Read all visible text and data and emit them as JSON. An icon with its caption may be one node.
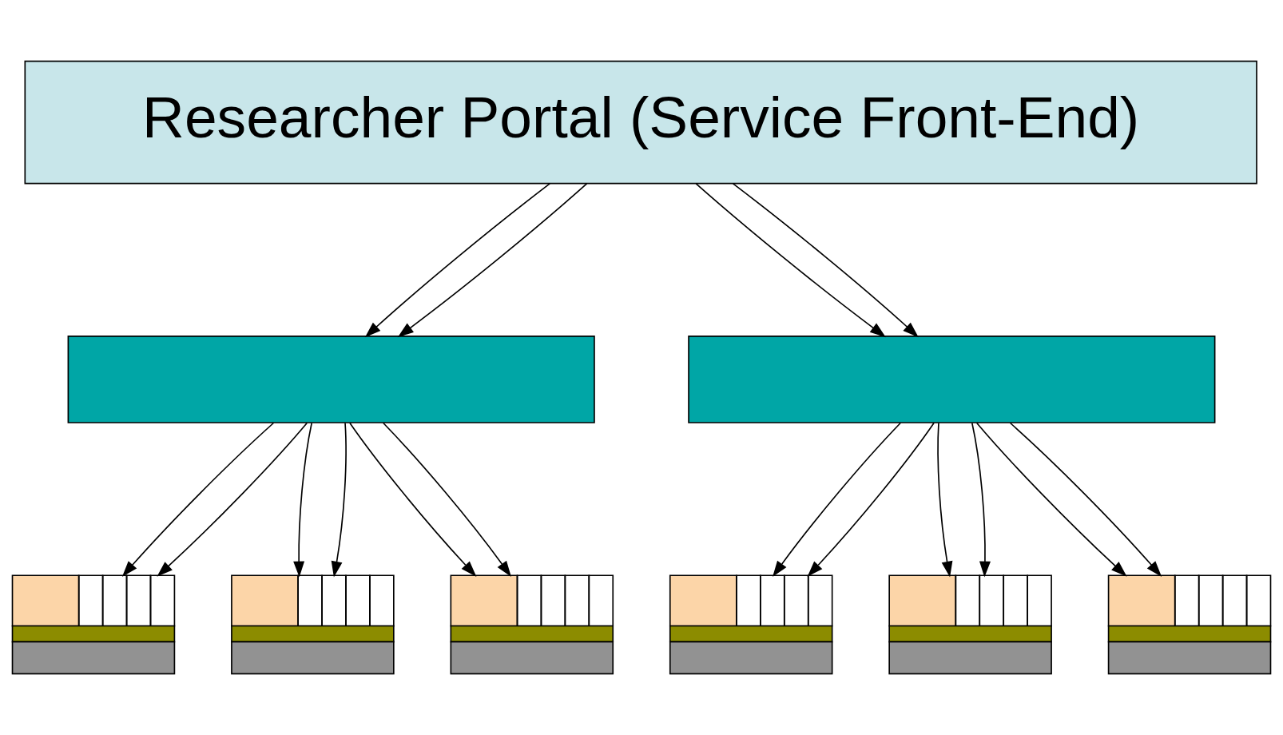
{
  "diagram": {
    "nodes": [
      {
        "text": [
          "Researcher Portal (Service Front-End)"
        ]
      },
      {
        "text": [],
        "shape": "box"
      },
      {
        "text": [],
        "shape": "box"
      },
      {
        "text": [],
        "shape": "box"
      },
      {
        "text": [],
        "shape": "box"
      },
      {
        "text": [],
        "shape": "box"
      },
      {
        "text": [],
        "shape": "box"
      },
      {
        "text": [],
        "shape": "box"
      },
      {
        "text": [],
        "shape": "box"
      }
    ],
    "edges": [
      {
        "from": 0,
        "to": 1,
        "arrow": "to"
      },
      {
        "from": 0,
        "to": 2,
        "arrow": "to"
      },
      {
        "from": 0,
        "to": 1,
        "arrow": "to"
      },
      {
        "from": 0,
        "to": 2,
        "arrow": "to"
      },
      {
        "from": 1,
        "to": 3,
        "arrow": "to"
      },
      {
        "from": 1,
        "to": 4,
        "arrow": "to"
      },
      {
        "from": 1,
        "to": 5,
        "arrow": "to"
      },
      {
        "from": 1,
        "to": 3,
        "arrow": "to"
      },
      {
        "from": 1,
        "to": 4,
        "arrow": "to"
      },
      {
        "from": 1,
        "to": 5,
        "arrow": "to"
      },
      {
        "from": 2,
        "to": 6,
        "arrow": "to"
      },
      {
        "from": 2,
        "to": 7,
        "arrow": "to"
      },
      {
        "from": 2,
        "to": 8,
        "arrow": "to"
      },
      {
        "from": 2,
        "to": 6,
        "arrow": "to"
      },
      {
        "from": 2,
        "to": 7,
        "arrow": "to"
      },
      {
        "from": 2,
        "to": 8,
        "arrow": "to"
      }
    ]
  }
}
